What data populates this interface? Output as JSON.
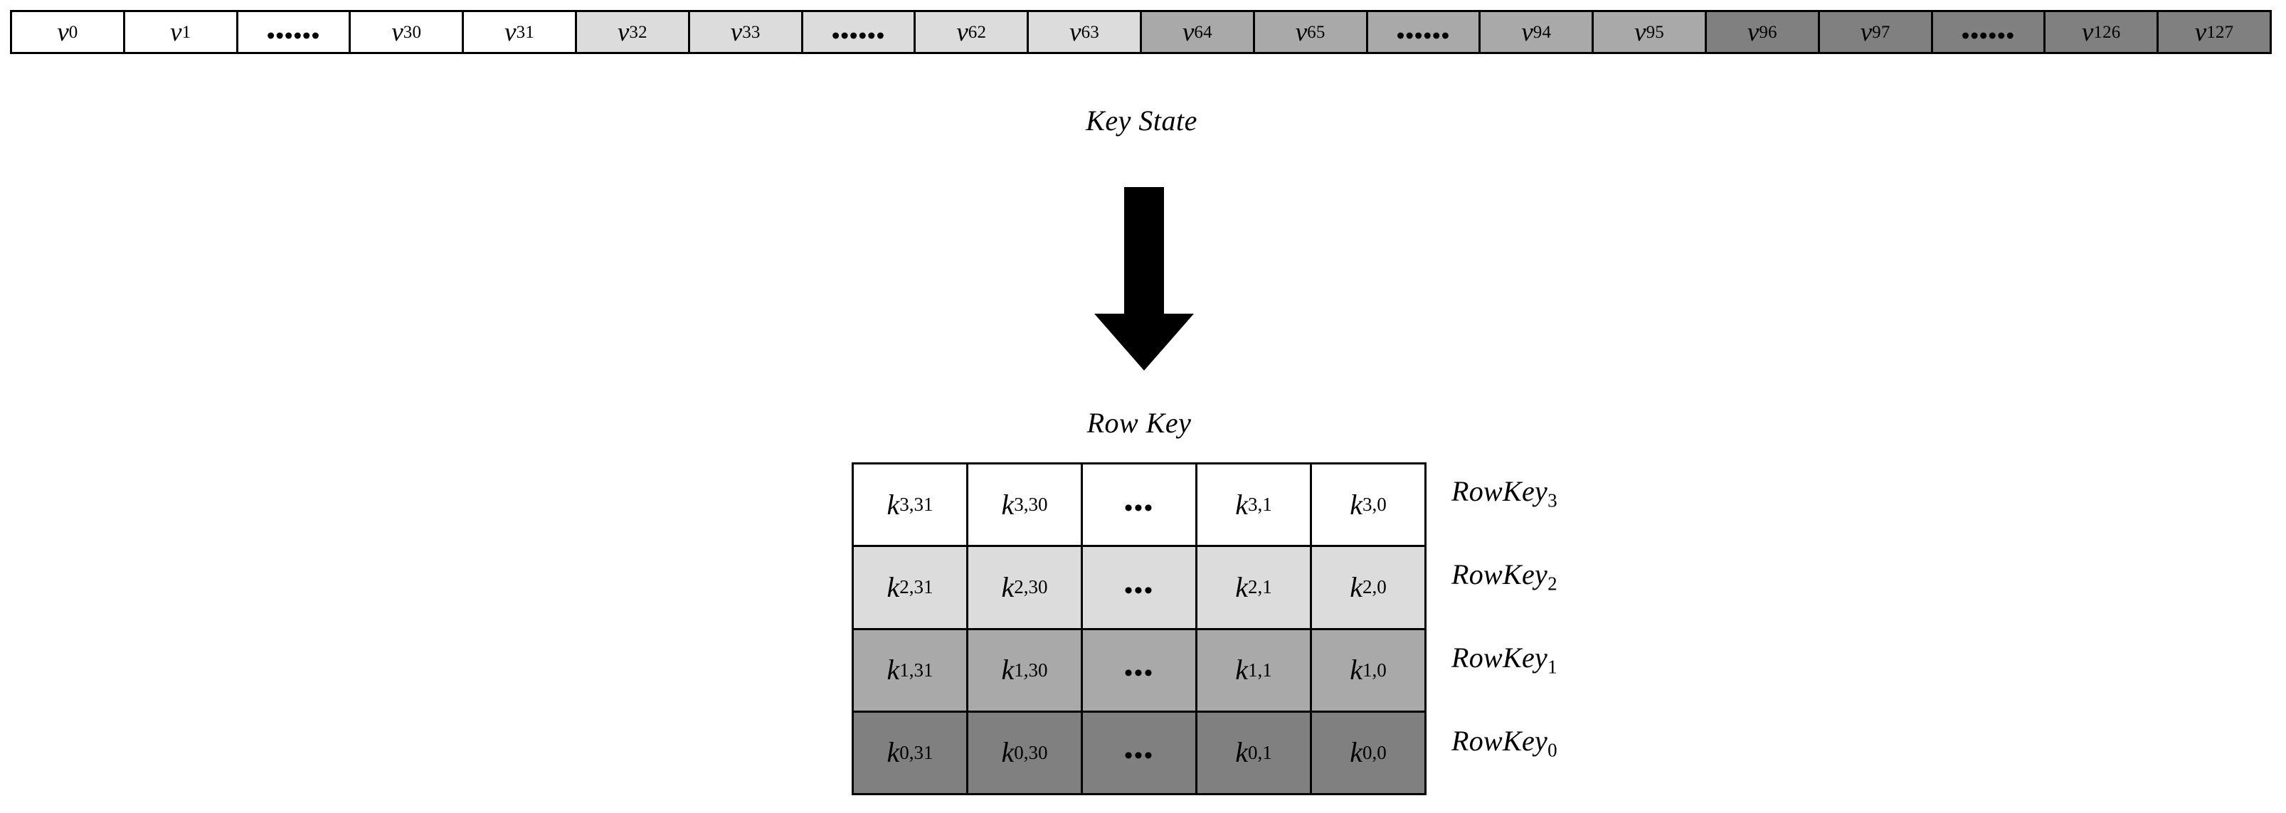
{
  "diagram": {
    "title_key_state": "Key State",
    "title_row_key": "Row Key",
    "arrow": "down-arrow",
    "ellipsis_long": "••••••",
    "ellipsis_short": "•••",
    "colors": {
      "border": "#000000",
      "text": "#000000",
      "background": "#ffffff",
      "shade_0_white": "#ffffff",
      "shade_1_light": "#dcdcdc",
      "shade_2_medium": "#a9a9a9",
      "shade_3_dark": "#808080"
    }
  },
  "key_state": {
    "caption": "Key State",
    "groups": [
      {
        "name": "group-0",
        "shade": "#ffffff",
        "cells": [
          {
            "label": "v",
            "sub": "0",
            "type": "value"
          },
          {
            "label": "v",
            "sub": "1",
            "type": "value"
          },
          {
            "label": "••••••",
            "sub": "",
            "type": "ellipsis"
          },
          {
            "label": "v",
            "sub": "30",
            "type": "value"
          },
          {
            "label": "v",
            "sub": "31",
            "type": "value"
          }
        ]
      },
      {
        "name": "group-1",
        "shade": "#dcdcdc",
        "cells": [
          {
            "label": "v",
            "sub": "32",
            "type": "value"
          },
          {
            "label": "v",
            "sub": "33",
            "type": "value"
          },
          {
            "label": "••••••",
            "sub": "",
            "type": "ellipsis"
          },
          {
            "label": "v",
            "sub": "62",
            "type": "value"
          },
          {
            "label": "v",
            "sub": "63",
            "type": "value"
          }
        ]
      },
      {
        "name": "group-2",
        "shade": "#a9a9a9",
        "cells": [
          {
            "label": "v",
            "sub": "64",
            "type": "value"
          },
          {
            "label": "v",
            "sub": "65",
            "type": "value"
          },
          {
            "label": "••••••",
            "sub": "",
            "type": "ellipsis"
          },
          {
            "label": "v",
            "sub": "94",
            "type": "value"
          },
          {
            "label": "v",
            "sub": "95",
            "type": "value"
          }
        ]
      },
      {
        "name": "group-3",
        "shade": "#808080",
        "cells": [
          {
            "label": "v",
            "sub": "96",
            "type": "value"
          },
          {
            "label": "v",
            "sub": "97",
            "type": "value"
          },
          {
            "label": "••••••",
            "sub": "",
            "type": "ellipsis"
          },
          {
            "label": "v",
            "sub": "126",
            "type": "value"
          },
          {
            "label": "v",
            "sub": "127",
            "type": "value"
          }
        ]
      }
    ]
  },
  "row_key": {
    "caption": "Row Key",
    "rows": [
      {
        "name": "rowkey-3",
        "shade": "#ffffff",
        "label": "RowKey",
        "label_sub": "3",
        "cells": [
          {
            "label": "k",
            "sub": "3,31",
            "type": "key"
          },
          {
            "label": "k",
            "sub": "3,30",
            "type": "key"
          },
          {
            "label": "•••",
            "sub": "",
            "type": "ellipsis"
          },
          {
            "label": "k",
            "sub": "3,1",
            "type": "key"
          },
          {
            "label": "k",
            "sub": "3,0",
            "type": "key"
          }
        ]
      },
      {
        "name": "rowkey-2",
        "shade": "#dcdcdc",
        "label": "RowKey",
        "label_sub": "2",
        "cells": [
          {
            "label": "k",
            "sub": "2,31",
            "type": "key"
          },
          {
            "label": "k",
            "sub": "2,30",
            "type": "key"
          },
          {
            "label": "•••",
            "sub": "",
            "type": "ellipsis"
          },
          {
            "label": "k",
            "sub": "2,1",
            "type": "key"
          },
          {
            "label": "k",
            "sub": "2,0",
            "type": "key"
          }
        ]
      },
      {
        "name": "rowkey-1",
        "shade": "#a9a9a9",
        "label": "RowKey",
        "label_sub": "1",
        "cells": [
          {
            "label": "k",
            "sub": "1,31",
            "type": "key"
          },
          {
            "label": "k",
            "sub": "1,30",
            "type": "key"
          },
          {
            "label": "•••",
            "sub": "",
            "type": "ellipsis"
          },
          {
            "label": "k",
            "sub": "1,1",
            "type": "key"
          },
          {
            "label": "k",
            "sub": "1,0",
            "type": "key"
          }
        ]
      },
      {
        "name": "rowkey-0",
        "shade": "#808080",
        "label": "RowKey",
        "label_sub": "0",
        "cells": [
          {
            "label": "k",
            "sub": "0,31",
            "type": "key"
          },
          {
            "label": "k",
            "sub": "0,30",
            "type": "key"
          },
          {
            "label": "•••",
            "sub": "",
            "type": "ellipsis"
          },
          {
            "label": "k",
            "sub": "0,1",
            "type": "key"
          },
          {
            "label": "k",
            "sub": "0,0",
            "type": "key"
          }
        ]
      }
    ]
  }
}
